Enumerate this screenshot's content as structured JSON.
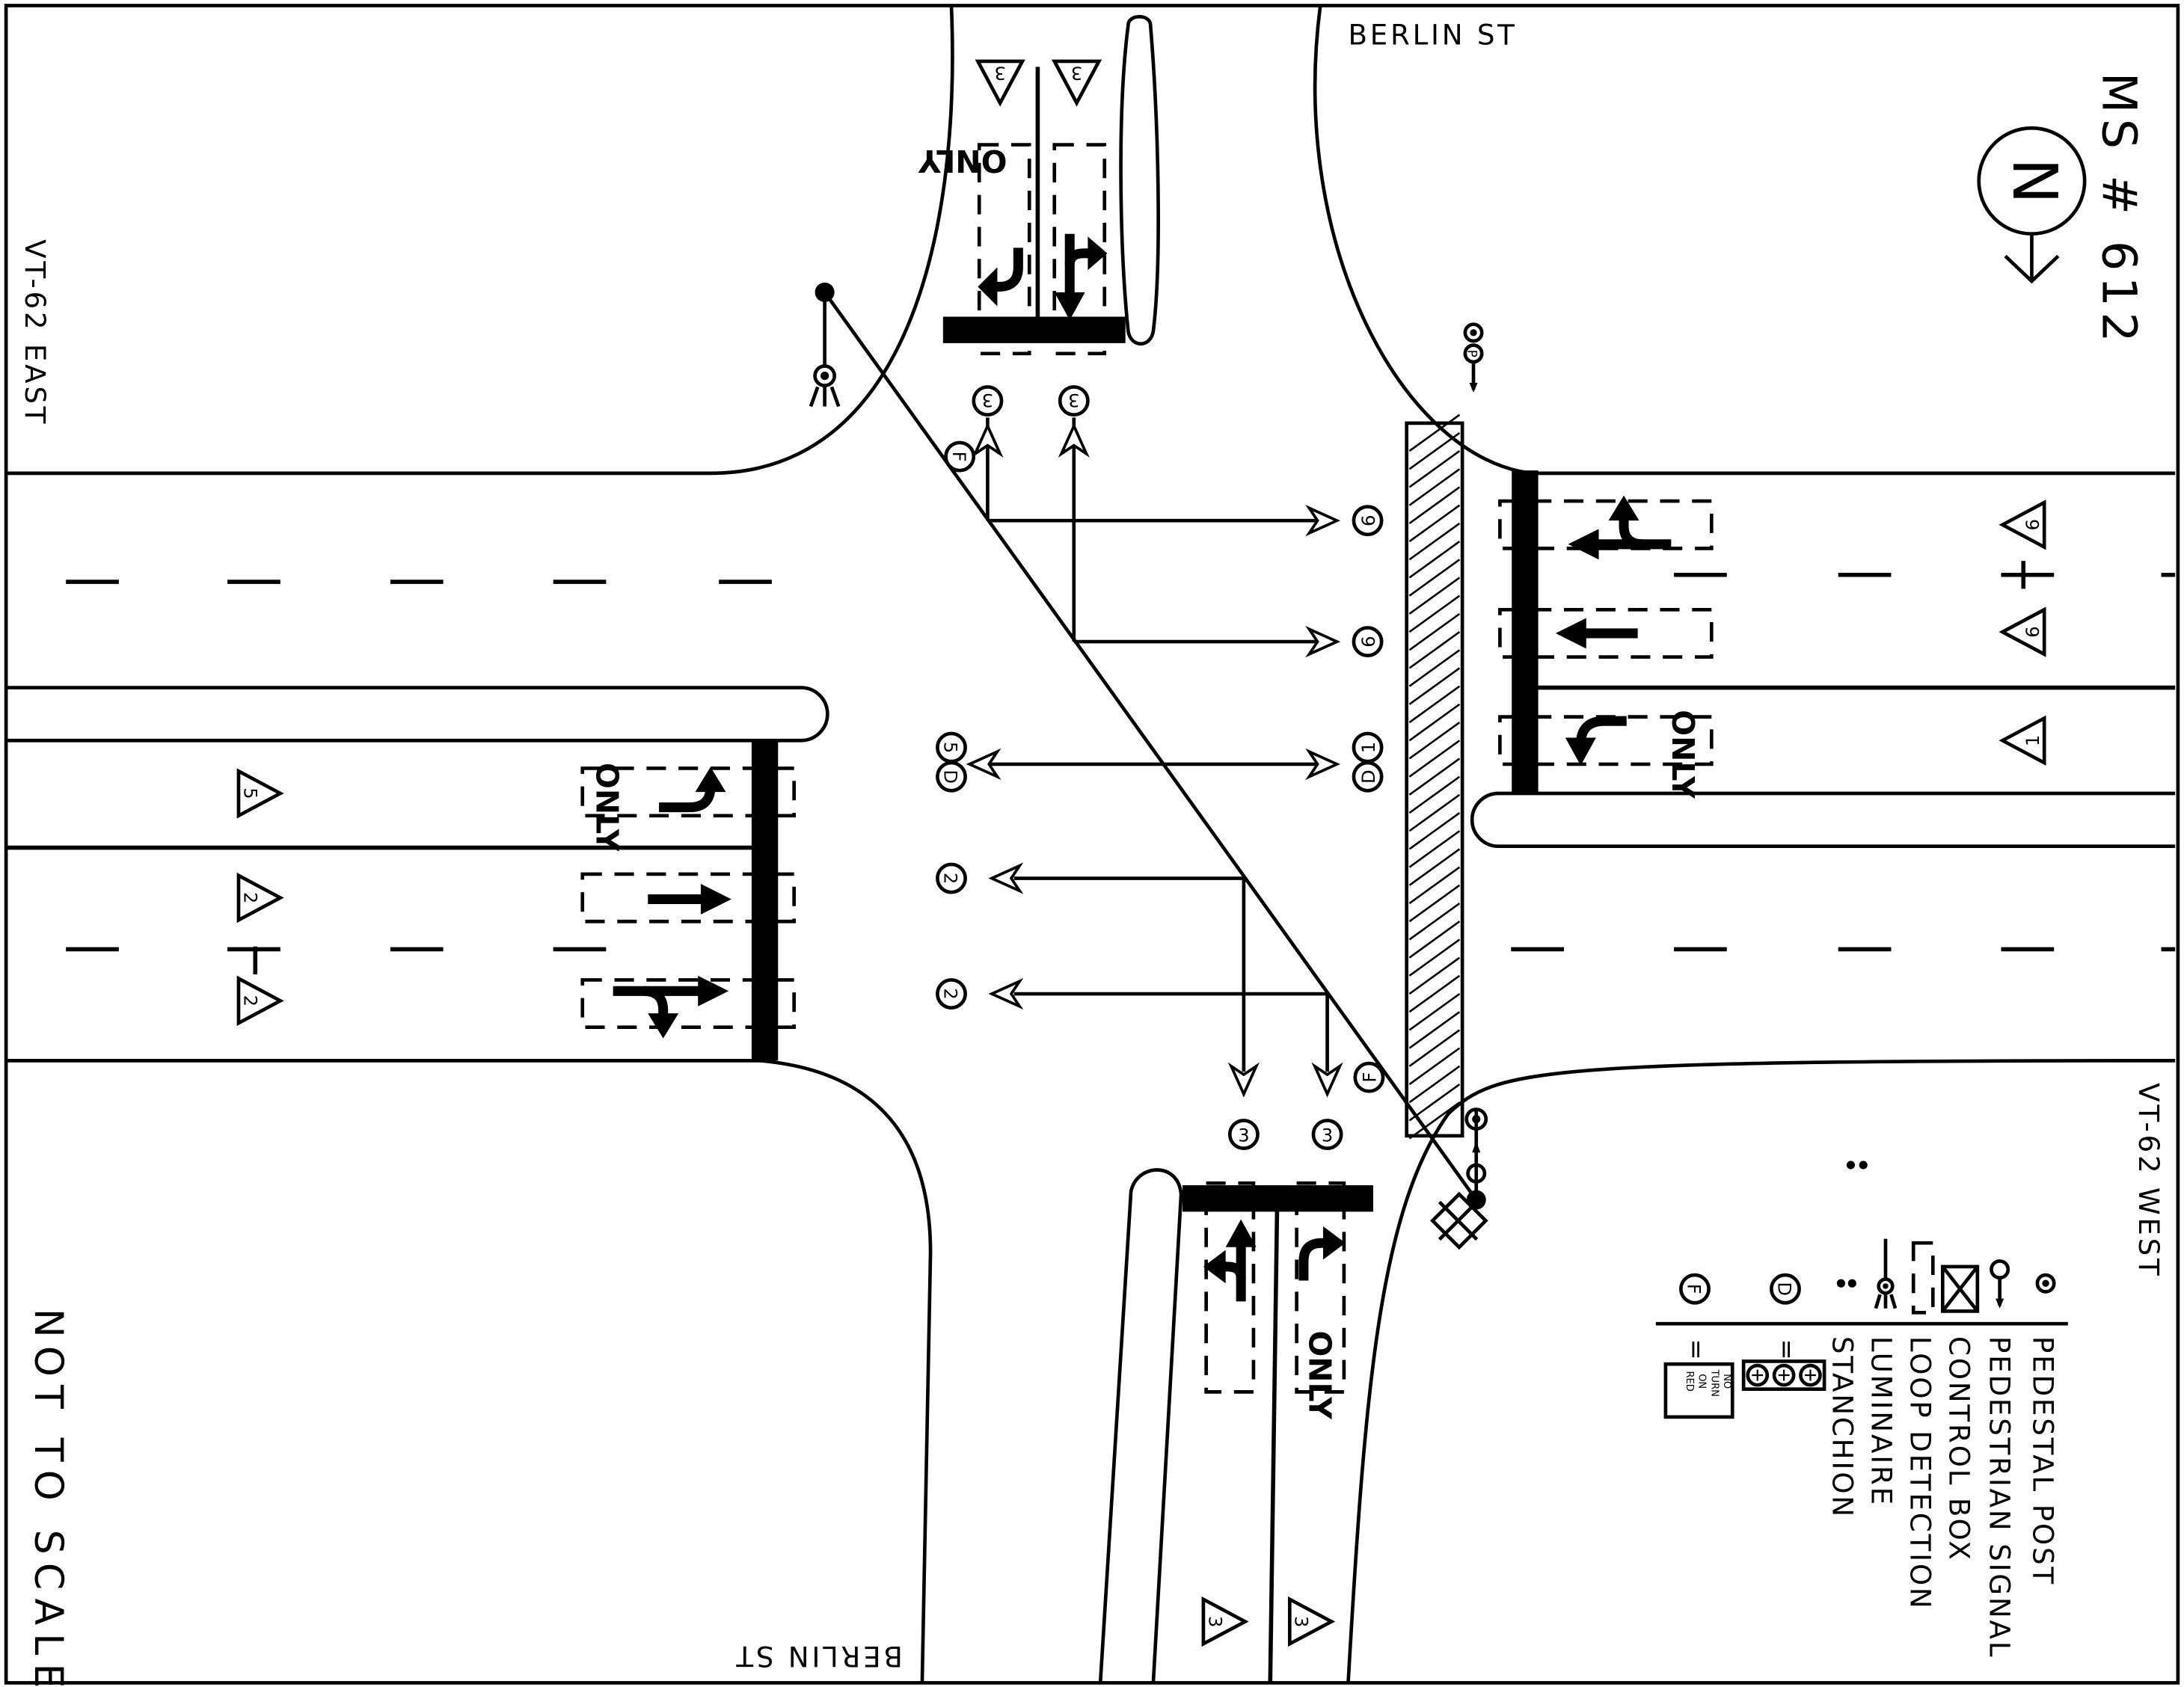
{
  "title": "MS # 612",
  "note": "NOT TO SCALE",
  "streets": {
    "north": "BERLIN ST",
    "south": "BERLIN ST",
    "west": "VT-62 EAST",
    "east": "VT-62 WEST"
  },
  "north_arrow": "N",
  "pavement_words": {
    "only": "ONLY"
  },
  "phase_labels": {
    "sb_lane_left": "3",
    "sb_lane_right": "3",
    "wb_lane_1": "6",
    "wb_lane_2": "6",
    "wb_left": "1",
    "eb_left": "5",
    "eb_thru": "2",
    "eb_thru_right": "2",
    "nb_lane_left": "3",
    "nb_lane_right": "3"
  },
  "signal_heads": {
    "north_1": "3",
    "north_2": "3",
    "east_1": "6",
    "east_2": "6",
    "east_3": "1",
    "west_1": "5",
    "west_2": "2",
    "west_3": "2",
    "south_1": "3",
    "south_2": "3",
    "d_west_sub": "D",
    "d_east_sub": "D",
    "f_north": "F",
    "f_south": "F"
  },
  "legend": {
    "items": [
      {
        "symbol": "pedestal-post",
        "label": "PEDESTAL POST"
      },
      {
        "symbol": "pedestrian-signal",
        "label": "PEDESTRIAN SIGNAL"
      },
      {
        "symbol": "control-box",
        "label": "CONTROL BOX"
      },
      {
        "symbol": "loop-detection",
        "label": "LOOP DETECTION"
      },
      {
        "symbol": "luminaire",
        "label": "LUMINAIRE"
      },
      {
        "symbol": "stanchion",
        "label": "STANCHION"
      }
    ],
    "eq_d": {
      "symbol": "D",
      "equals": "="
    },
    "eq_f": {
      "symbol": "F",
      "equals": "="
    },
    "no_turn_sign": [
      "NO",
      "TURN",
      "ON",
      "RED"
    ]
  }
}
